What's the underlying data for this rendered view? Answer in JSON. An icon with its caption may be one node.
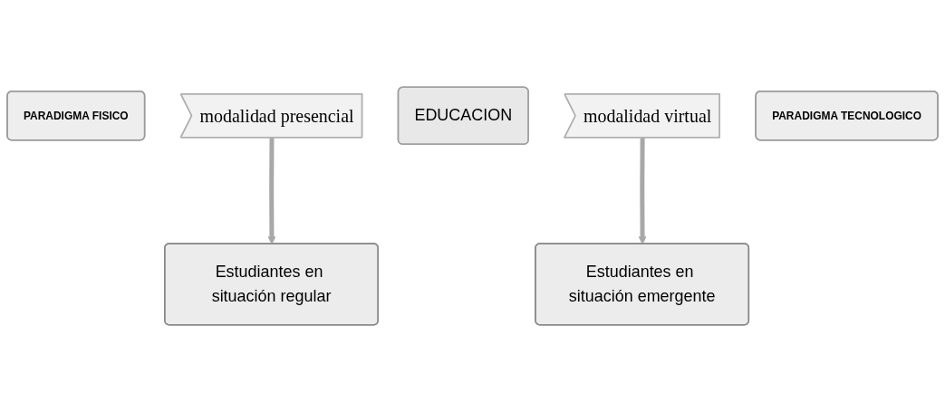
{
  "diagram": {
    "nodes": [
      {
        "text": [
          "PARADIGMA FISICO"
        ]
      },
      {
        "text": [
          "modalidad presencial"
        ]
      },
      {
        "text": [
          "EDUCACION"
        ]
      },
      {
        "text": [
          "modalidad virtual"
        ]
      },
      {
        "text": [
          "PARADIGMA TECNOLOGICO"
        ]
      },
      {
        "text": [
          "Estudiantes en situación regular"
        ]
      },
      {
        "text": [
          "Estudiantes en situación emergente"
        ]
      }
    ],
    "edges": [
      {
        "from": 1,
        "to": 5,
        "arrow": "to"
      },
      {
        "from": 3,
        "to": 6,
        "arrow": "to"
      }
    ]
  }
}
